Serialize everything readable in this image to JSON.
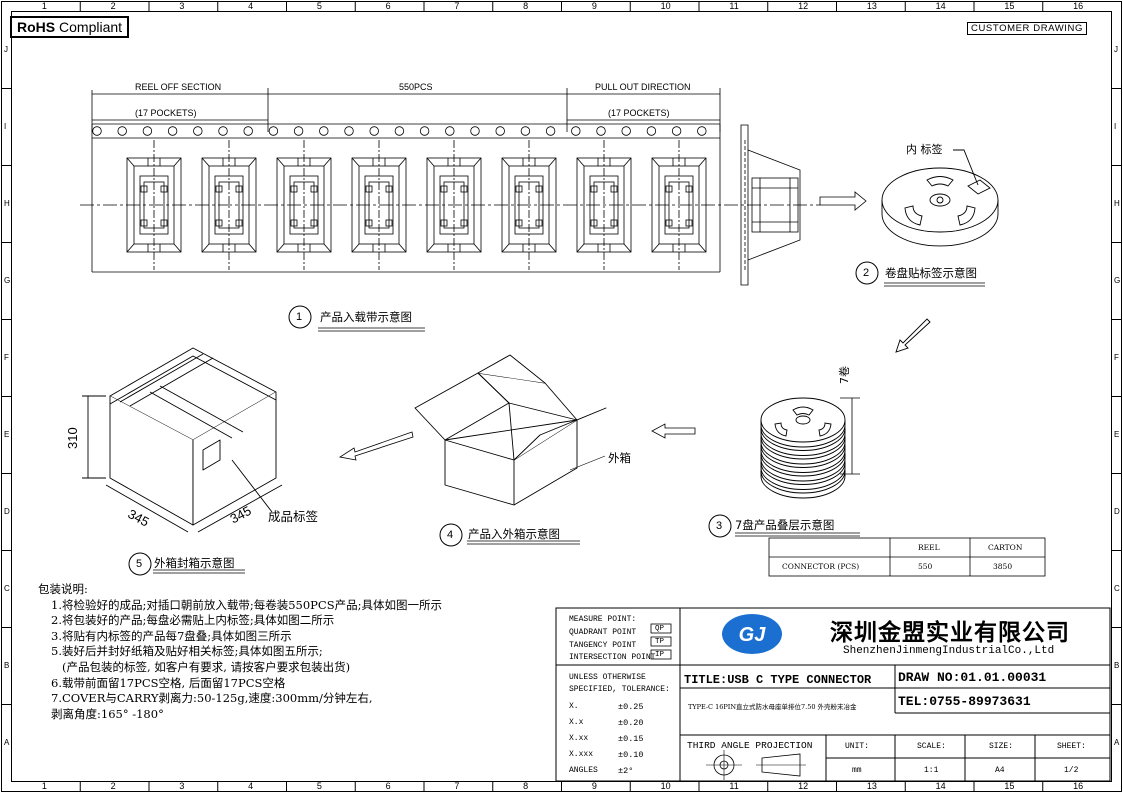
{
  "header": {
    "rohs_bold": "RoHS",
    "rohs_rest": "Compliant",
    "customer": "CUSTOMER DRAWING"
  },
  "frame": {
    "cols": [
      "1",
      "2",
      "3",
      "4",
      "5",
      "6",
      "7",
      "8",
      "9",
      "10",
      "11",
      "12",
      "13",
      "14",
      "15",
      "16"
    ],
    "rows": [
      "J",
      "I",
      "H",
      "G",
      "F",
      "E",
      "D",
      "C",
      "B",
      "A"
    ]
  },
  "tape": {
    "reel_off": "REEL OFF SECTION",
    "count": "550PCS",
    "pull_out": "PULL OUT DIRECTION",
    "pockets_left": "(17 POCKETS)",
    "pockets_right": "(17 POCKETS)"
  },
  "steps": {
    "s1": {
      "num": "1",
      "label": "产品入载带示意图"
    },
    "s2": {
      "num": "2",
      "label": "卷盘贴标签示意图"
    },
    "s3": {
      "num": "3",
      "label": "7盘产品叠层示意图"
    },
    "s4": {
      "num": "4",
      "label": "产品入外箱示意图"
    },
    "s5": {
      "num": "5",
      "label": "外箱封箱示意图"
    }
  },
  "labels": {
    "inner_label": "内 标签",
    "seven_reels": "7卷",
    "outer_box": "外箱",
    "product_label": "成品标签",
    "dim_h": "310",
    "dim_w1": "345",
    "dim_w2": "345"
  },
  "qty_table": {
    "col_reel": "REEL",
    "col_carton": "CARTON",
    "row_label": "CONNECTOR (PCS)",
    "reel": "550",
    "carton": "3850"
  },
  "notes": [
    "包装说明:",
    "1.将检验好的成品;对插口朝前放入载带;每卷装550PCS产品;具体如图一所示",
    "2.将包装好的产品;每盘必需贴上内标签;具体如图二所示",
    "3.将贴有内标签的产品每7盘叠;具体如图三所示",
    "5.装好后并封好纸箱及贴好相关标签;具体如图五所示;",
    "(产品包装的标签, 如客户有要求, 请按客户要求包装出货)",
    "6.载带前面留17PCS空格, 后面留17PCS空格",
    "7.COVER与CARRY剥离力:50-125g,速度:300mm/分钟左右,",
    "剥离角度:165° -180°"
  ],
  "title_block": {
    "measure_point": "MEASURE POINT:",
    "quadrant": "QUADRANT POINT",
    "tangency": "TANGENCY POINT",
    "intersection": "INTERSECTION POINT",
    "qp": "QP",
    "tp": "TP",
    "ip": "IP",
    "company_cn": "深圳金盟实业有限公司",
    "company_en": "ShenzhenJinmengIndustrialCo.,Ltd",
    "unless": "UNLESS OTHERWISE",
    "specified": "SPECIFIED, TOLERANCE:",
    "tol": [
      {
        "k": "X.",
        "v": "±0.25"
      },
      {
        "k": "X.x",
        "v": "±0.20"
      },
      {
        "k": "X.xx",
        "v": "±0.15"
      },
      {
        "k": "X.xxx",
        "v": "±0.10"
      },
      {
        "k": "ANGLES",
        "v": "±2°"
      }
    ],
    "title": "TITLE:USB C TYPE CONNECTOR",
    "subtitle": "TYPE-C 16PIN直立式防水母座单排位7.50 外壳粉末冶金",
    "draw_no": "DRAW NO:01.01.00031",
    "tel": "TEL:0755-89973631",
    "third_angle": "THIRD ANGLE PROJECTION",
    "unit_h": "UNIT:",
    "unit": "mm",
    "scale_h": "SCALE:",
    "scale": "1:1",
    "size_h": "SIZE:",
    "size": "A4",
    "sheet_h": "SHEET:",
    "sheet": "1/2"
  },
  "colors": {
    "line": "#000000",
    "logo": "#1a6fd1"
  }
}
